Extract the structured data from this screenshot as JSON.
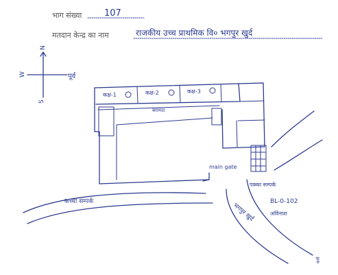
{
  "header": {
    "booth_number_label": "भाग संख्या",
    "booth_number_value": "107",
    "centre_name_label": "मतदान केन्द्र का नाम",
    "centre_name_value": "राजकीय उच्च प्राथमिक वि० भगपुर खुर्द"
  },
  "compass": {
    "north": "N",
    "south": "S",
    "east": "पूर्व",
    "west": "W"
  },
  "rooms": [
    {
      "label": "कक्ष-1"
    },
    {
      "label": "कक्ष-2"
    },
    {
      "label": "कक्ष-3"
    }
  ],
  "labels": {
    "verandah": "बरामदा",
    "main_gate": "main gate",
    "road": "कच्चा सम्पर्क",
    "pakka_road": "पक्का सम्पर्क",
    "bhagpur_road": "भगपुर खुर्द",
    "bl_code": "BL-0-102",
    "bl_name": "अविनाश",
    "corner_note": "कवी"
  },
  "colors": {
    "ink": "#2b3a8f",
    "printed": "#555555",
    "paper": "#ffffff"
  }
}
